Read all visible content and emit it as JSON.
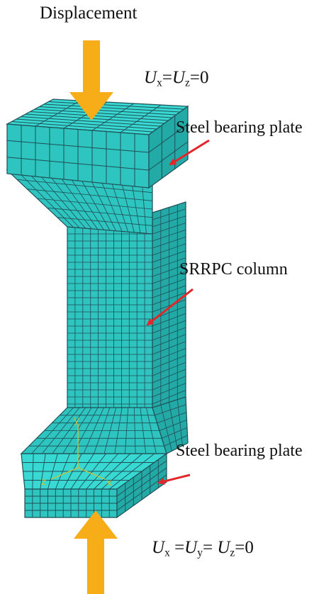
{
  "labels": {
    "displacement": "Displacement",
    "top_plate": "Steel bearing plate",
    "column": "SRRPC column",
    "bottom_plate": "Steel bearing plate"
  },
  "top_bc": {
    "u1": "U",
    "s1": "x",
    "eq1": "=",
    "u2": "U",
    "s2": "z",
    "tail": "=0"
  },
  "bottom_bc": {
    "u1": "U",
    "s1": "x",
    "eq1": " =",
    "u2": "U",
    "s2": "y",
    "eq2": "= ",
    "u3": "U",
    "s3": "z",
    "tail": "=0"
  },
  "triad": {
    "y": "y",
    "z": "z",
    "x": "x"
  },
  "colors": {
    "mesh_top": "#38d8d3",
    "mesh_side": "#2ec4c0",
    "mesh_dark": "#23a9a6",
    "mesh_line": "#1f4f55",
    "load_arrow": "#f6ad17",
    "pointer_arrow": "#e3262a",
    "triad": "#c7c23a"
  },
  "icons": {
    "load_arrow": "down-arrow-icon",
    "reaction_arrow": "up-arrow-icon",
    "pointer": "red-pointer-arrow-icon",
    "axes": "coordinate-triad-icon"
  }
}
